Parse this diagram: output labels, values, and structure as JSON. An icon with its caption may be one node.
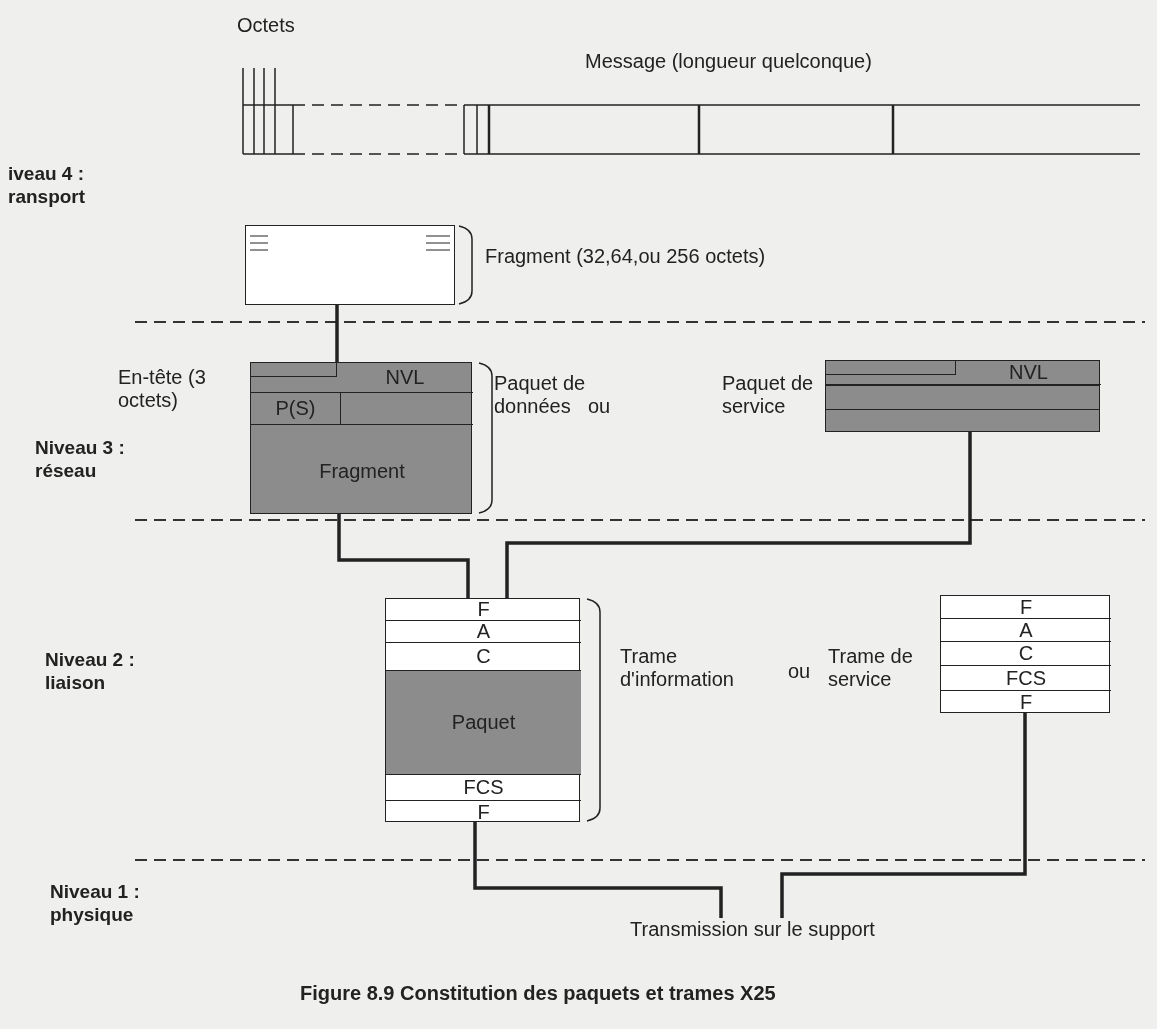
{
  "diagram": {
    "caption": "Figure 8.9 Constitution des paquets et trames X25",
    "nodes": [
      {
        "text": [
          "Message (longueur quelconque)"
        ]
      },
      {
        "text": [],
        "shape": "box",
        "beside": [
          "Fragment (32,64,ou 256 octets)"
        ]
      },
      {
        "text": [],
        "shape": "box",
        "beside": [
          "Paquet de données"
        ]
      },
      {
        "text": [
          "NVL"
        ],
        "in": 2
      },
      {
        "text": [
          "P(S)"
        ],
        "in": 2
      },
      {
        "text": [
          "Fragment"
        ],
        "in": 2
      },
      {
        "text": [],
        "shape": "box",
        "beside": [
          "Paquet de service"
        ]
      },
      {
        "text": [
          "NVL"
        ],
        "in": 6
      },
      {
        "text": [],
        "shape": "box",
        "beside": [
          "Trame d'information"
        ]
      },
      {
        "text": [
          "F"
        ],
        "in": 8
      },
      {
        "text": [
          "A"
        ],
        "in": 8
      },
      {
        "text": [
          "C"
        ],
        "in": 8
      },
      {
        "text": [
          "Paquet"
        ],
        "in": 8
      },
      {
        "text": [
          "FCS"
        ],
        "in": 8
      },
      {
        "text": [
          "F"
        ],
        "in": 8
      },
      {
        "text": [],
        "shape": "box",
        "beside": [
          "Trame de service"
        ]
      },
      {
        "text": [
          "F"
        ],
        "in": 15
      },
      {
        "text": [
          "A"
        ],
        "in": 15
      },
      {
        "text": [
          "C"
        ],
        "in": 15
      },
      {
        "text": [
          "FCS"
        ],
        "in": 15
      },
      {
        "text": [
          "F"
        ],
        "in": 15
      },
      {
        "text": [
          "Transmission sur le support"
        ]
      }
    ],
    "edges": [
      {
        "from": 1,
        "to": 2,
        "arrow": "none"
      },
      {
        "from": 2,
        "to": 8,
        "arrow": "none"
      },
      {
        "from": 6,
        "to": 8,
        "arrow": "none"
      },
      {
        "from": 8,
        "to": 21,
        "arrow": "none"
      },
      {
        "from": 15,
        "to": 21,
        "arrow": "none"
      }
    ],
    "labels": [
      "Octets",
      "iveau 4 : ransport",
      "En-tête (3 octets)",
      "Niveau 3 : réseau",
      "ou",
      "Niveau 2 : liaison",
      "ou",
      "Niveau 1 : physique"
    ]
  }
}
